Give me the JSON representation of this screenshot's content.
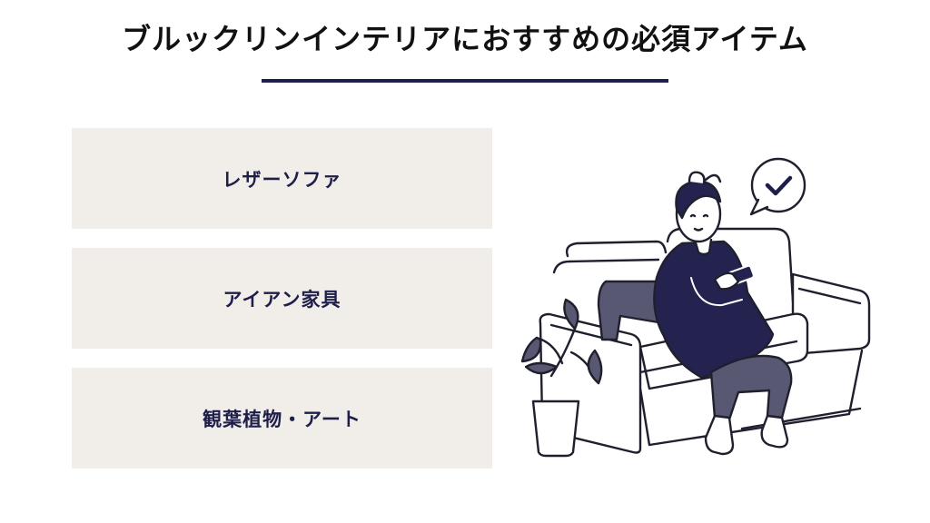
{
  "title": "ブルックリンインテリアにおすすめの必須アイテム",
  "items": [
    {
      "label": "レザーソファ"
    },
    {
      "label": "アイアン家具"
    },
    {
      "label": "観葉植物・アート"
    }
  ],
  "colors": {
    "accent": "#1e1e4b",
    "card_background": "#f1eeea",
    "title_text": "#111111"
  },
  "illustration": {
    "subject": "woman sitting on sofa using smartphone",
    "icons": [
      "check-icon",
      "speech-bubble-icon",
      "plant-icon",
      "sofa-icon"
    ]
  }
}
